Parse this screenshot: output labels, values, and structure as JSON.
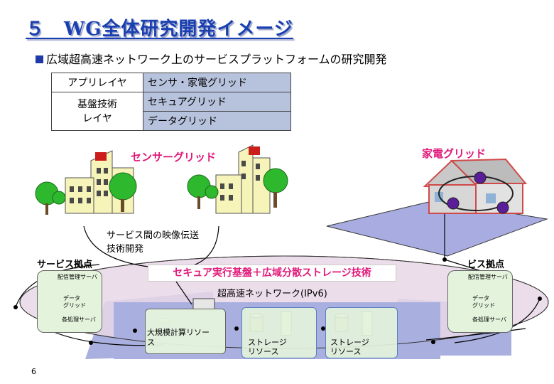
{
  "slide": {
    "title": "５　WG全体研究開発イメージ",
    "bullet": "広域超高速ネットワーク上のサービスプラットフォームの研究開発",
    "page_number": "6"
  },
  "layer_table": {
    "rows": [
      {
        "label": "アプリレイヤ",
        "values": [
          "センサ・家電グリッド"
        ]
      },
      {
        "label": "基盤技術\nレイヤ",
        "values": [
          "セキュアグリッド",
          "データグリッド"
        ]
      }
    ]
  },
  "diagram": {
    "sensor_grid_label": "センサーグリッド",
    "home_grid_label": "家電グリッド",
    "video_tech_label_1": "サービス間の映像伝送",
    "video_tech_label_2": "技術開発",
    "service_base_left": "サービス拠点",
    "service_base_right": "ビス拠点",
    "secure_label": "セキュア実行基盤＋広域分散ストレージ技術",
    "network_label": "超高速ネットワーク(IPv6)",
    "server_mgmt": "配信管理サーバ",
    "data_grid_line1": "データ",
    "data_grid_line2": "グリッド",
    "proc_server": "各処理サーバ",
    "compute_resource_l1": "大規模計算リソー",
    "compute_resource_l2": "ス",
    "storage_l1": "ストレージ",
    "storage_l2": "リソース",
    "storage2_l1": "ストレージ",
    "storage2_l2": "リソース"
  },
  "colors": {
    "title": "#1a3fb0",
    "accent_pink": "#e0197a",
    "table_fill": "#b7c2dc",
    "network_fill": "#a9b0e0",
    "plane_fill": "#a8ace0"
  }
}
